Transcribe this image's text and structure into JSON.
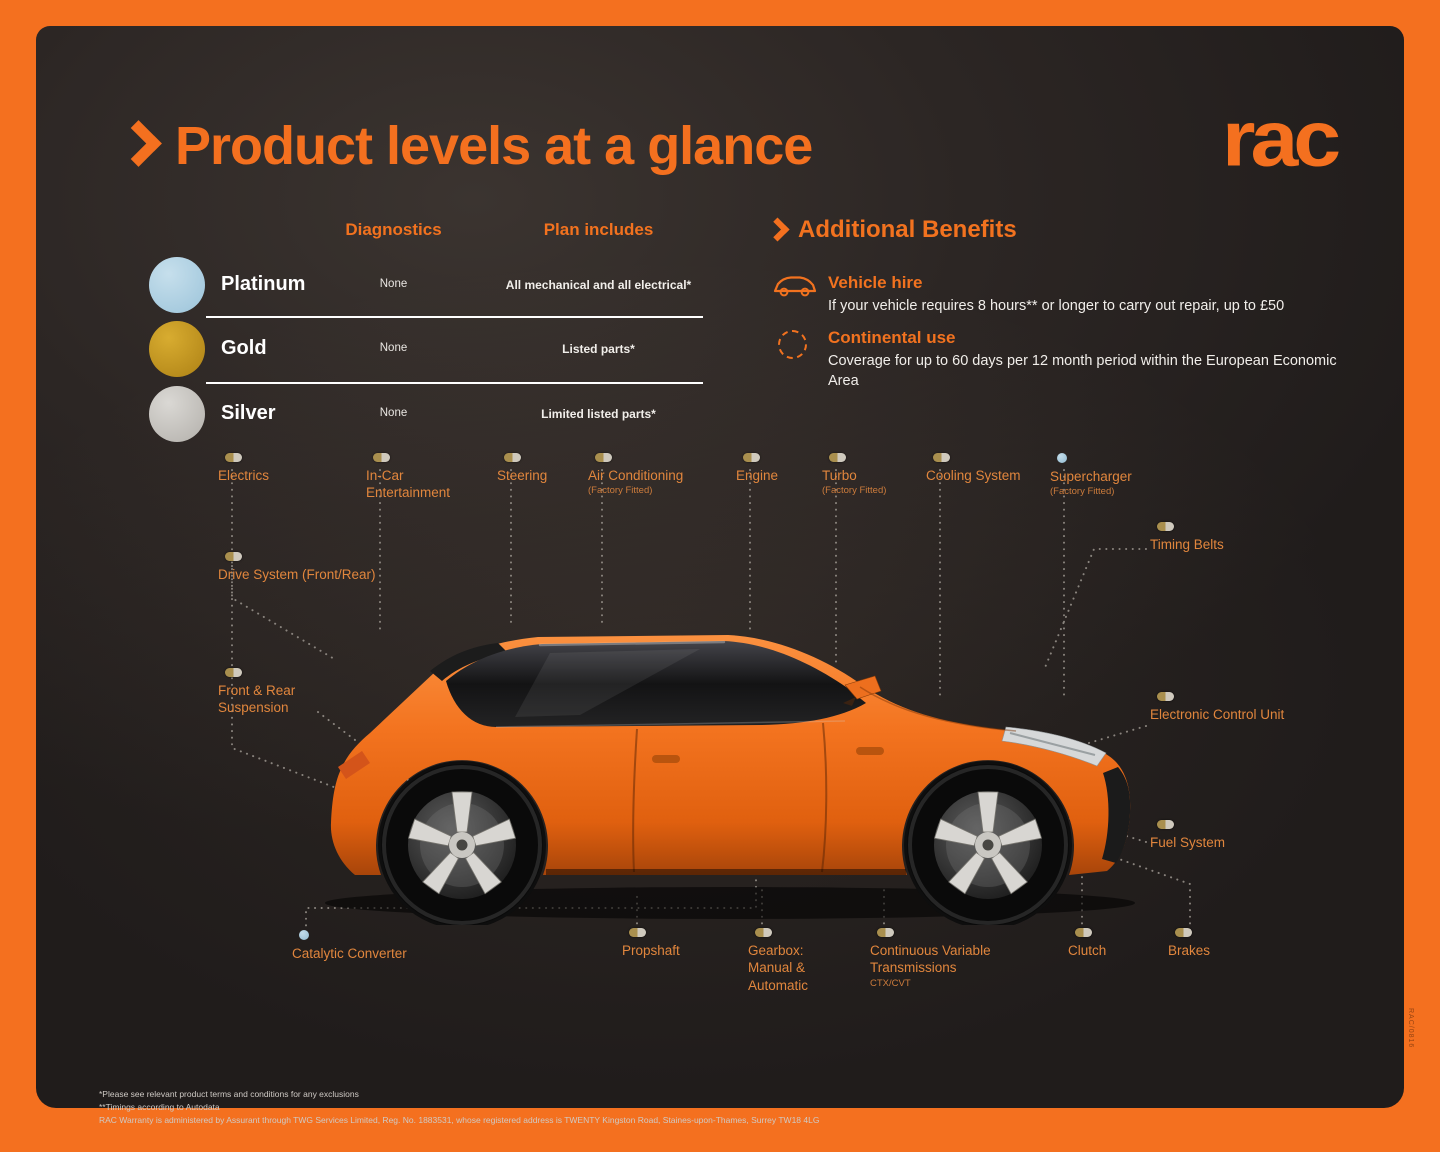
{
  "page": {
    "title": "Product levels at a glance",
    "logo_text": "rac"
  },
  "colors": {
    "accent_orange": "#f4701f",
    "panel_dark": "#262120",
    "platinum": "#abd2e6",
    "gold": "#c3951e",
    "silver": "#c9c7c3",
    "car_body": "#f3731f",
    "label_orange": "#e1863d"
  },
  "plans": {
    "col_diagnostics": "Diagnostics",
    "col_plan": "Plan includes",
    "rows": [
      {
        "name": "Platinum",
        "diagnostics": "None",
        "includes": "All mechanical and all electrical*",
        "color": "#abd2e6"
      },
      {
        "name": "Gold",
        "diagnostics": "None",
        "includes": "Listed parts*",
        "color": "#c3951e"
      },
      {
        "name": "Silver",
        "diagnostics": "None",
        "includes": "Limited listed parts*",
        "color": "#c9c7c3"
      }
    ]
  },
  "benefits": {
    "heading": "Additional Benefits",
    "items": [
      {
        "icon": "car-icon",
        "title": "Vehicle hire",
        "desc": "If your vehicle requires 8 hours** or longer to carry out repair, up to £50"
      },
      {
        "icon": "dotted-circle-icon",
        "title": "Continental use",
        "desc": "Coverage for up to 60 days per 12 month period within the European Economic Area"
      }
    ]
  },
  "parts": {
    "electrics": {
      "label": "Electrics",
      "marker": "gold-silver-capsule"
    },
    "in_car_entertainment": {
      "label": "In-Car Entertainment",
      "marker": "gold-silver-capsule"
    },
    "steering": {
      "label": "Steering",
      "marker": "gold-silver-capsule"
    },
    "air_conditioning": {
      "label": "Air Conditioning",
      "sub": "(Factory Fitted)",
      "marker": "gold-silver-capsule"
    },
    "engine": {
      "label": "Engine",
      "marker": "gold-silver-capsule"
    },
    "turbo": {
      "label": "Turbo",
      "sub": "(Factory Fitted)",
      "marker": "gold-silver-capsule"
    },
    "cooling_system": {
      "label": "Cooling System",
      "marker": "gold-silver-capsule"
    },
    "supercharger": {
      "label": "Supercharger",
      "sub": "(Factory Fitted)",
      "marker": "platinum-dot"
    },
    "timing_belts": {
      "label": "Timing Belts",
      "marker": "gold-silver-capsule"
    },
    "drive_system": {
      "label": "Drive System (Front/Rear)",
      "marker": "gold-silver-capsule"
    },
    "suspension": {
      "label": "Front & Rear Suspension",
      "marker": "gold-silver-capsule"
    },
    "ecu": {
      "label": "Electronic Control Unit",
      "marker": "gold-silver-capsule"
    },
    "fuel_system": {
      "label": "Fuel System",
      "marker": "gold-silver-capsule"
    },
    "catalytic_converter": {
      "label": "Catalytic Converter",
      "marker": "platinum-dot"
    },
    "propshaft": {
      "label": "Propshaft",
      "marker": "gold-silver-capsule"
    },
    "gearbox": {
      "label": "Gearbox: Manual & Automatic",
      "marker": "gold-silver-capsule"
    },
    "cvt": {
      "label": "Continuous Variable Transmissions",
      "sub": "CTX/CVT",
      "marker": "gold-silver-capsule"
    },
    "clutch": {
      "label": "Clutch",
      "marker": "gold-silver-capsule"
    },
    "brakes": {
      "label": "Brakes",
      "marker": "gold-silver-capsule"
    }
  },
  "footnotes": [
    "*Please see relevant product terms and conditions for any exclusions",
    "**Timings according to Autodata",
    "RAC Warranty is administered by Assurant through TWG Services Limited, Reg. No. 1883531, whose registered address is TWENTY Kingston Road, Staines-upon-Thames, Surrey TW18 4LG"
  ],
  "edge_credit": "RAC/0816"
}
